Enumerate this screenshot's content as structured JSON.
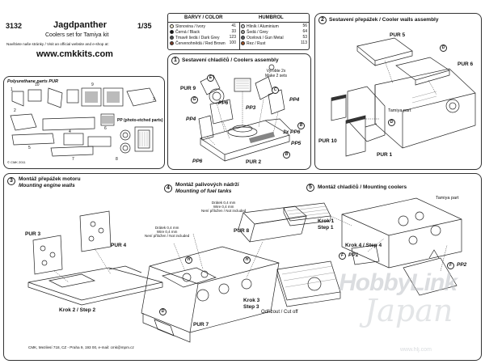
{
  "header": {
    "code": "3132",
    "name": "Jagdpanther",
    "scale": "1/35",
    "subtitle": "Coolers set for Tamiya kit",
    "visit": "Navštivte naše stránky / Visit an official website and e-shop at:",
    "website": "www.cmkkits.com"
  },
  "parts_box": {
    "pur_title": "Polyurethane parts PUR",
    "pe_title": "PP (photo-etched parts)",
    "numbers": [
      "1",
      "2",
      "3",
      "4",
      "5",
      "6",
      "7",
      "8",
      "9",
      "10"
    ],
    "copyright": "© CMK 2011"
  },
  "colors": {
    "title_left": "BARVY / COLOR",
    "title_right": "HUMBROL",
    "left": [
      {
        "code": "A",
        "name": "Slonovina / Ivory",
        "num": "41",
        "hex": "#f2ead0"
      },
      {
        "code": "B",
        "name": "Černá / Black",
        "num": "33",
        "hex": "#111111"
      },
      {
        "code": "C",
        "name": "Tmavě šedá / Dark Grey",
        "num": "123",
        "hex": "#4a4e50"
      },
      {
        "code": "D",
        "name": "Červenohnědá / Red Brown",
        "num": "100",
        "hex": "#7a3a24"
      }
    ],
    "right": [
      {
        "code": "E",
        "name": "Hliník / Aluminium",
        "num": "56",
        "hex": "#c8ccd0"
      },
      {
        "code": "F",
        "name": "Šedá / Grey",
        "num": "64",
        "hex": "#9a9a96"
      },
      {
        "code": "G",
        "name": "Ocelová / Gun Metal",
        "num": "53",
        "hex": "#5b5e63"
      },
      {
        "code": "H",
        "name": "Rez / Rust",
        "num": "113",
        "hex": "#9a4e22"
      }
    ]
  },
  "step1": {
    "num": "1",
    "title": "Sestavení chladičů / Coolers assembly",
    "make": "Vyrobte 2x",
    "make_en": "Make 2 sets",
    "labels": {
      "pur9": "PUR 9",
      "pp6a": "PP6",
      "pp3": "PP3",
      "pp4a": "PP4",
      "pp4b": "PP4",
      "pp6b": "3x PP6",
      "pp5": "PP5",
      "pp6c": "PP6",
      "pur2": "PUR 2"
    },
    "color_refs": [
      "E",
      "G",
      "C",
      "B",
      "B"
    ]
  },
  "step2": {
    "num": "2",
    "title": "Sestavení přepážek / Cooler walls assembly",
    "labels": {
      "pur5": "PUR 5",
      "pur6": "PUR 6",
      "tamiya": "Tamiya part",
      "pur10": "PUR 10",
      "pur1": "PUR 1"
    },
    "color_refs": [
      "D",
      "D"
    ]
  },
  "step3": {
    "num": "3",
    "title_cz": "Montáž přepážek motoru",
    "title_en": "Mounting engine walls",
    "labels": {
      "pur3": "PUR 3",
      "pur4": "PUR 4",
      "krok": "Krok 2 / Step 2"
    }
  },
  "step4": {
    "num": "4",
    "title_cz": "Montáž palivových nádrží",
    "title_en": "Mounting of fuel tanks",
    "wire1": [
      "Drátek 0,4 mm",
      "Wire 0,4 mm",
      "Není přiložen / Not included"
    ],
    "wire2": [
      "Drátek 0,4 mm",
      "Wire 0,4 mm",
      "Není přiložen / Not included"
    ],
    "labels": {
      "pur8": "PUR 8",
      "pur7": "PUR 7",
      "krok3": "Krok 3",
      "step3": "Step 3",
      "cut": "Odřízout / Cut off"
    },
    "color_refs": [
      "H",
      "H",
      "D"
    ]
  },
  "step5": {
    "num": "5",
    "title": "Montáž chladičů / Mounting coolers",
    "labels": {
      "tamiya": "Tamiya part",
      "krok1": "Krok 1",
      "step1": "Step 1",
      "krok4": "Krok 4 / Step 4",
      "pp1": "PP1",
      "pp2": "PP2"
    },
    "color_refs": [
      "F",
      "F"
    ]
  },
  "footer": {
    "address": "CMK, Mezilesí 718, CZ - Praha 9, 193 00, e-mail: cmk@mpm.cz"
  },
  "watermark": {
    "line1": "HobbyLink",
    "line2": "Japan",
    "url": "www.hlj.com"
  }
}
